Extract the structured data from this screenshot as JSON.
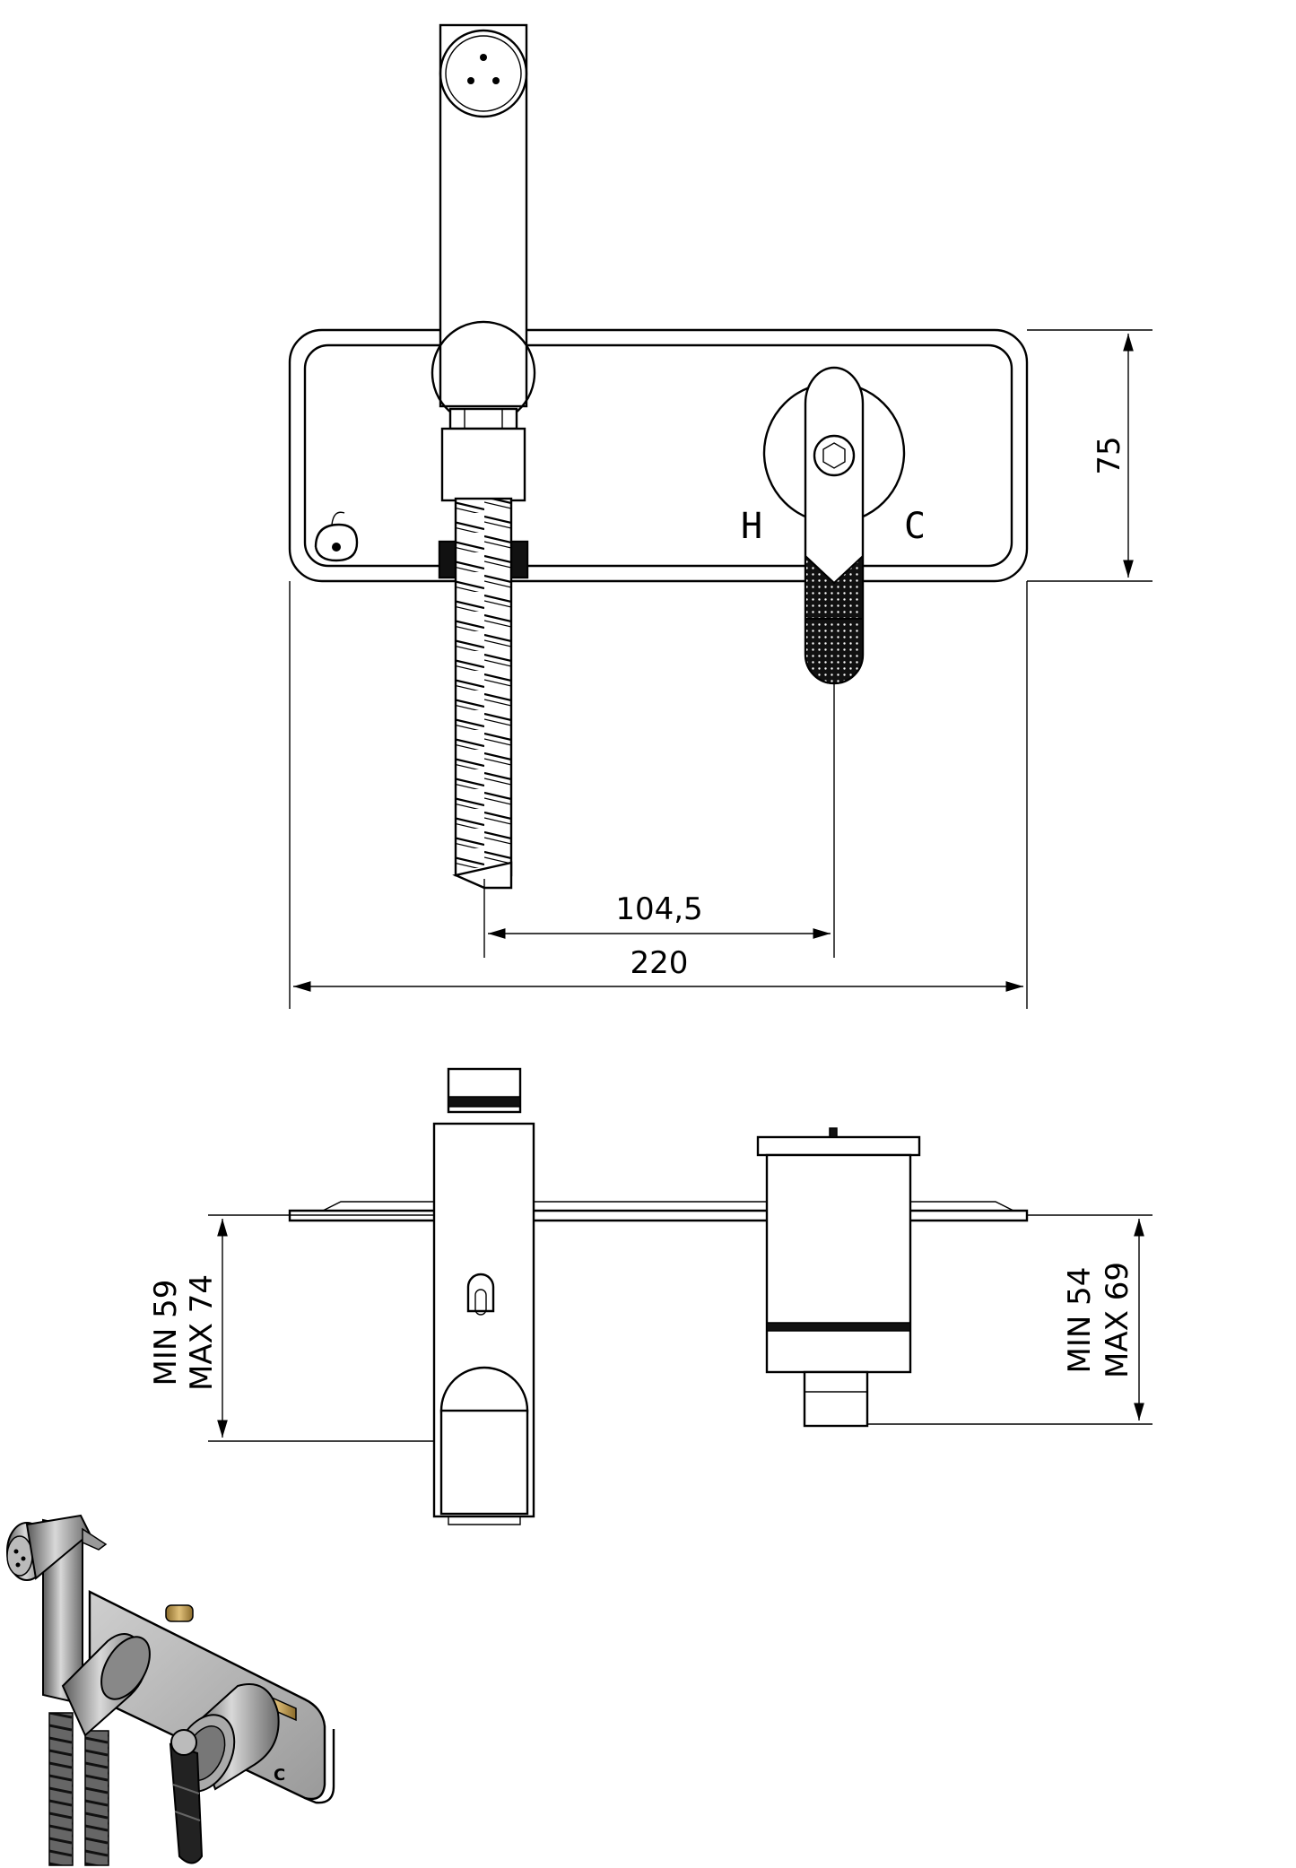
{
  "dimensions": {
    "plate_height": "75",
    "axis_spacing": "104,5",
    "plate_width": "220",
    "left_depth_min": "MIN 59",
    "left_depth_max": "MAX 74",
    "right_depth_min": "MIN 54",
    "right_depth_max": "MAX 69"
  },
  "markings": {
    "hot": "H",
    "cold": "C",
    "iso_cold": "C"
  },
  "icons": {
    "bidet_symbol": "bidet-icon"
  }
}
